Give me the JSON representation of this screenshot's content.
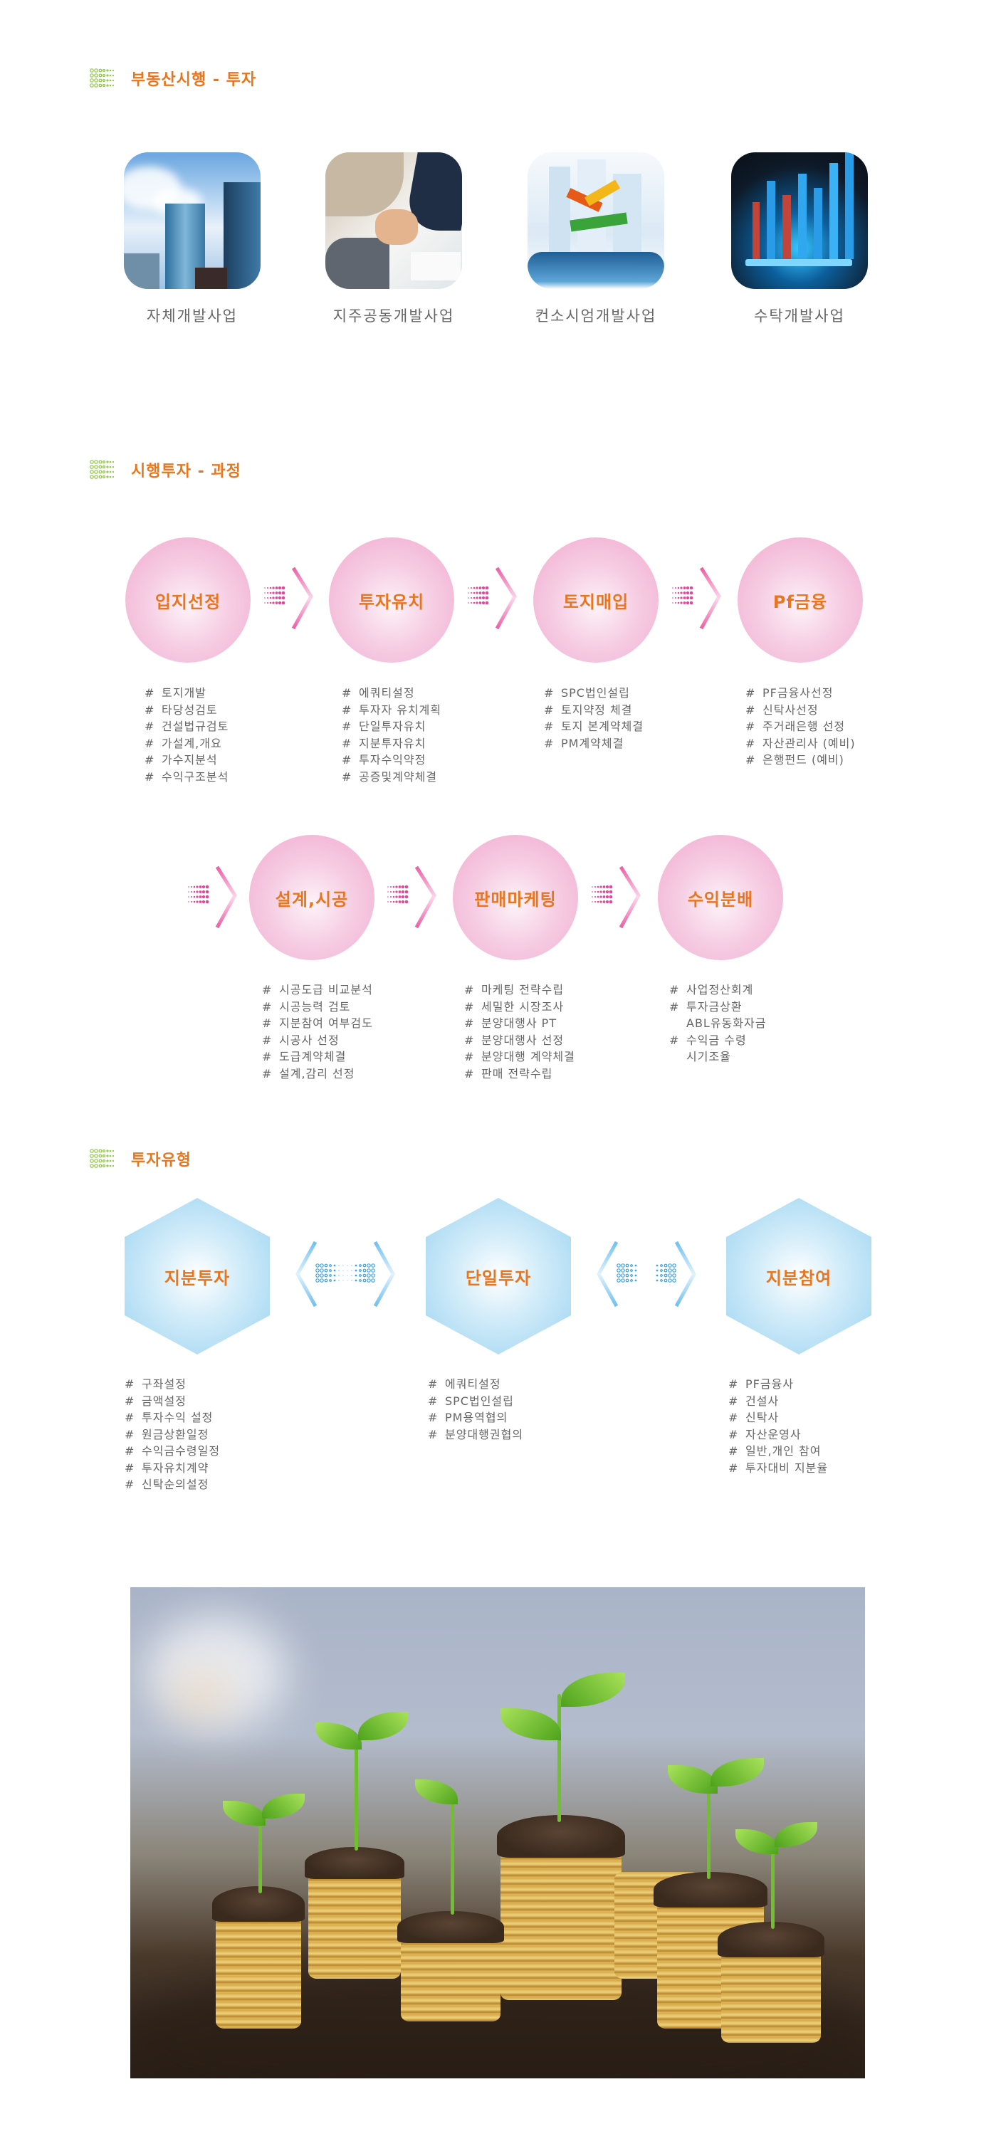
{
  "sections": {
    "business": {
      "title": "부동산시행 - 투자",
      "items": [
        {
          "label": "자체개발사업",
          "image": "skyscraper-photo"
        },
        {
          "label": "지주공동개발사업",
          "image": "handshake-contract-photo"
        },
        {
          "label": "컨소시엄개발사업",
          "image": "signpost-crowd-illustration"
        },
        {
          "label": "수탁개발사업",
          "image": "tablet-chart-photo"
        }
      ]
    },
    "process": {
      "title": "시행투자 - 과정",
      "steps": [
        {
          "label": "입지선정",
          "items": [
            "토지개발",
            "타당성검토",
            "건설법규검토",
            "가설계,개요",
            "가수지분석",
            "수익구조분석"
          ]
        },
        {
          "label": "투자유치",
          "items": [
            "에쿼티설정",
            "투자자 유치계획",
            "단일투자유치",
            "지분투자유치",
            "투자수익약정",
            "공증및계약체결"
          ]
        },
        {
          "label": "토지매입",
          "items": [
            "SPC법인설립",
            "토지약정 체결",
            "토지 본계약체결",
            "PM계약체결"
          ]
        },
        {
          "label": "Pf금융",
          "items": [
            "PF금융사선정",
            "신탁사선정",
            "주거래은행 선정",
            "자산관리사 (예비)",
            "은행펀드 (예비)"
          ]
        },
        {
          "label": "설계,시공",
          "items": [
            "시공도급 비교분석",
            "시공능력 검토",
            "지분참여 여부검도",
            "시공사 선정",
            "도급계약체결",
            "설계,감리 선정"
          ]
        },
        {
          "label": "판매마케팅",
          "items": [
            "마케팅 전략수립",
            "세밀한 시장조사",
            "분양대행사 PT",
            "분양대행사 선정",
            "분양대행 계약체결",
            "판매 전략수립"
          ]
        },
        {
          "label": "수익분배",
          "items": [
            "사업정산회계",
            "투자금상환",
            "ABL유동화자금",
            "수익금 수령",
            "시기조율"
          ],
          "continuation_lines": [
            2,
            4
          ]
        }
      ]
    },
    "types": {
      "title": "투자유형",
      "items": [
        {
          "label": "지분투자",
          "items": [
            "구좌설정",
            "금액설정",
            "투자수익 설정",
            "원금상환일정",
            "수익금수령일정",
            "투자유치계약",
            "신탁순의설정"
          ]
        },
        {
          "label": "단일투자",
          "items": [
            "에쿼티설정",
            "SPC법인설립",
            "PM용역협의",
            "분양대행권협의"
          ]
        },
        {
          "label": "지분참여",
          "items": [
            "PF금융사",
            "건설사",
            "신탁사",
            "자산운영사",
            "일반,개인 참여",
            "투자대비 지분율"
          ]
        }
      ]
    },
    "photo": {
      "image": "coin-stacks-with-seedlings-photo"
    }
  },
  "bullet": "#",
  "colors": {
    "accent": "#e8761e",
    "text": "#666666",
    "process_pink": "#f1a9cf",
    "type_blue": "#9bd3f1",
    "icon_green": "#8cc63f"
  }
}
